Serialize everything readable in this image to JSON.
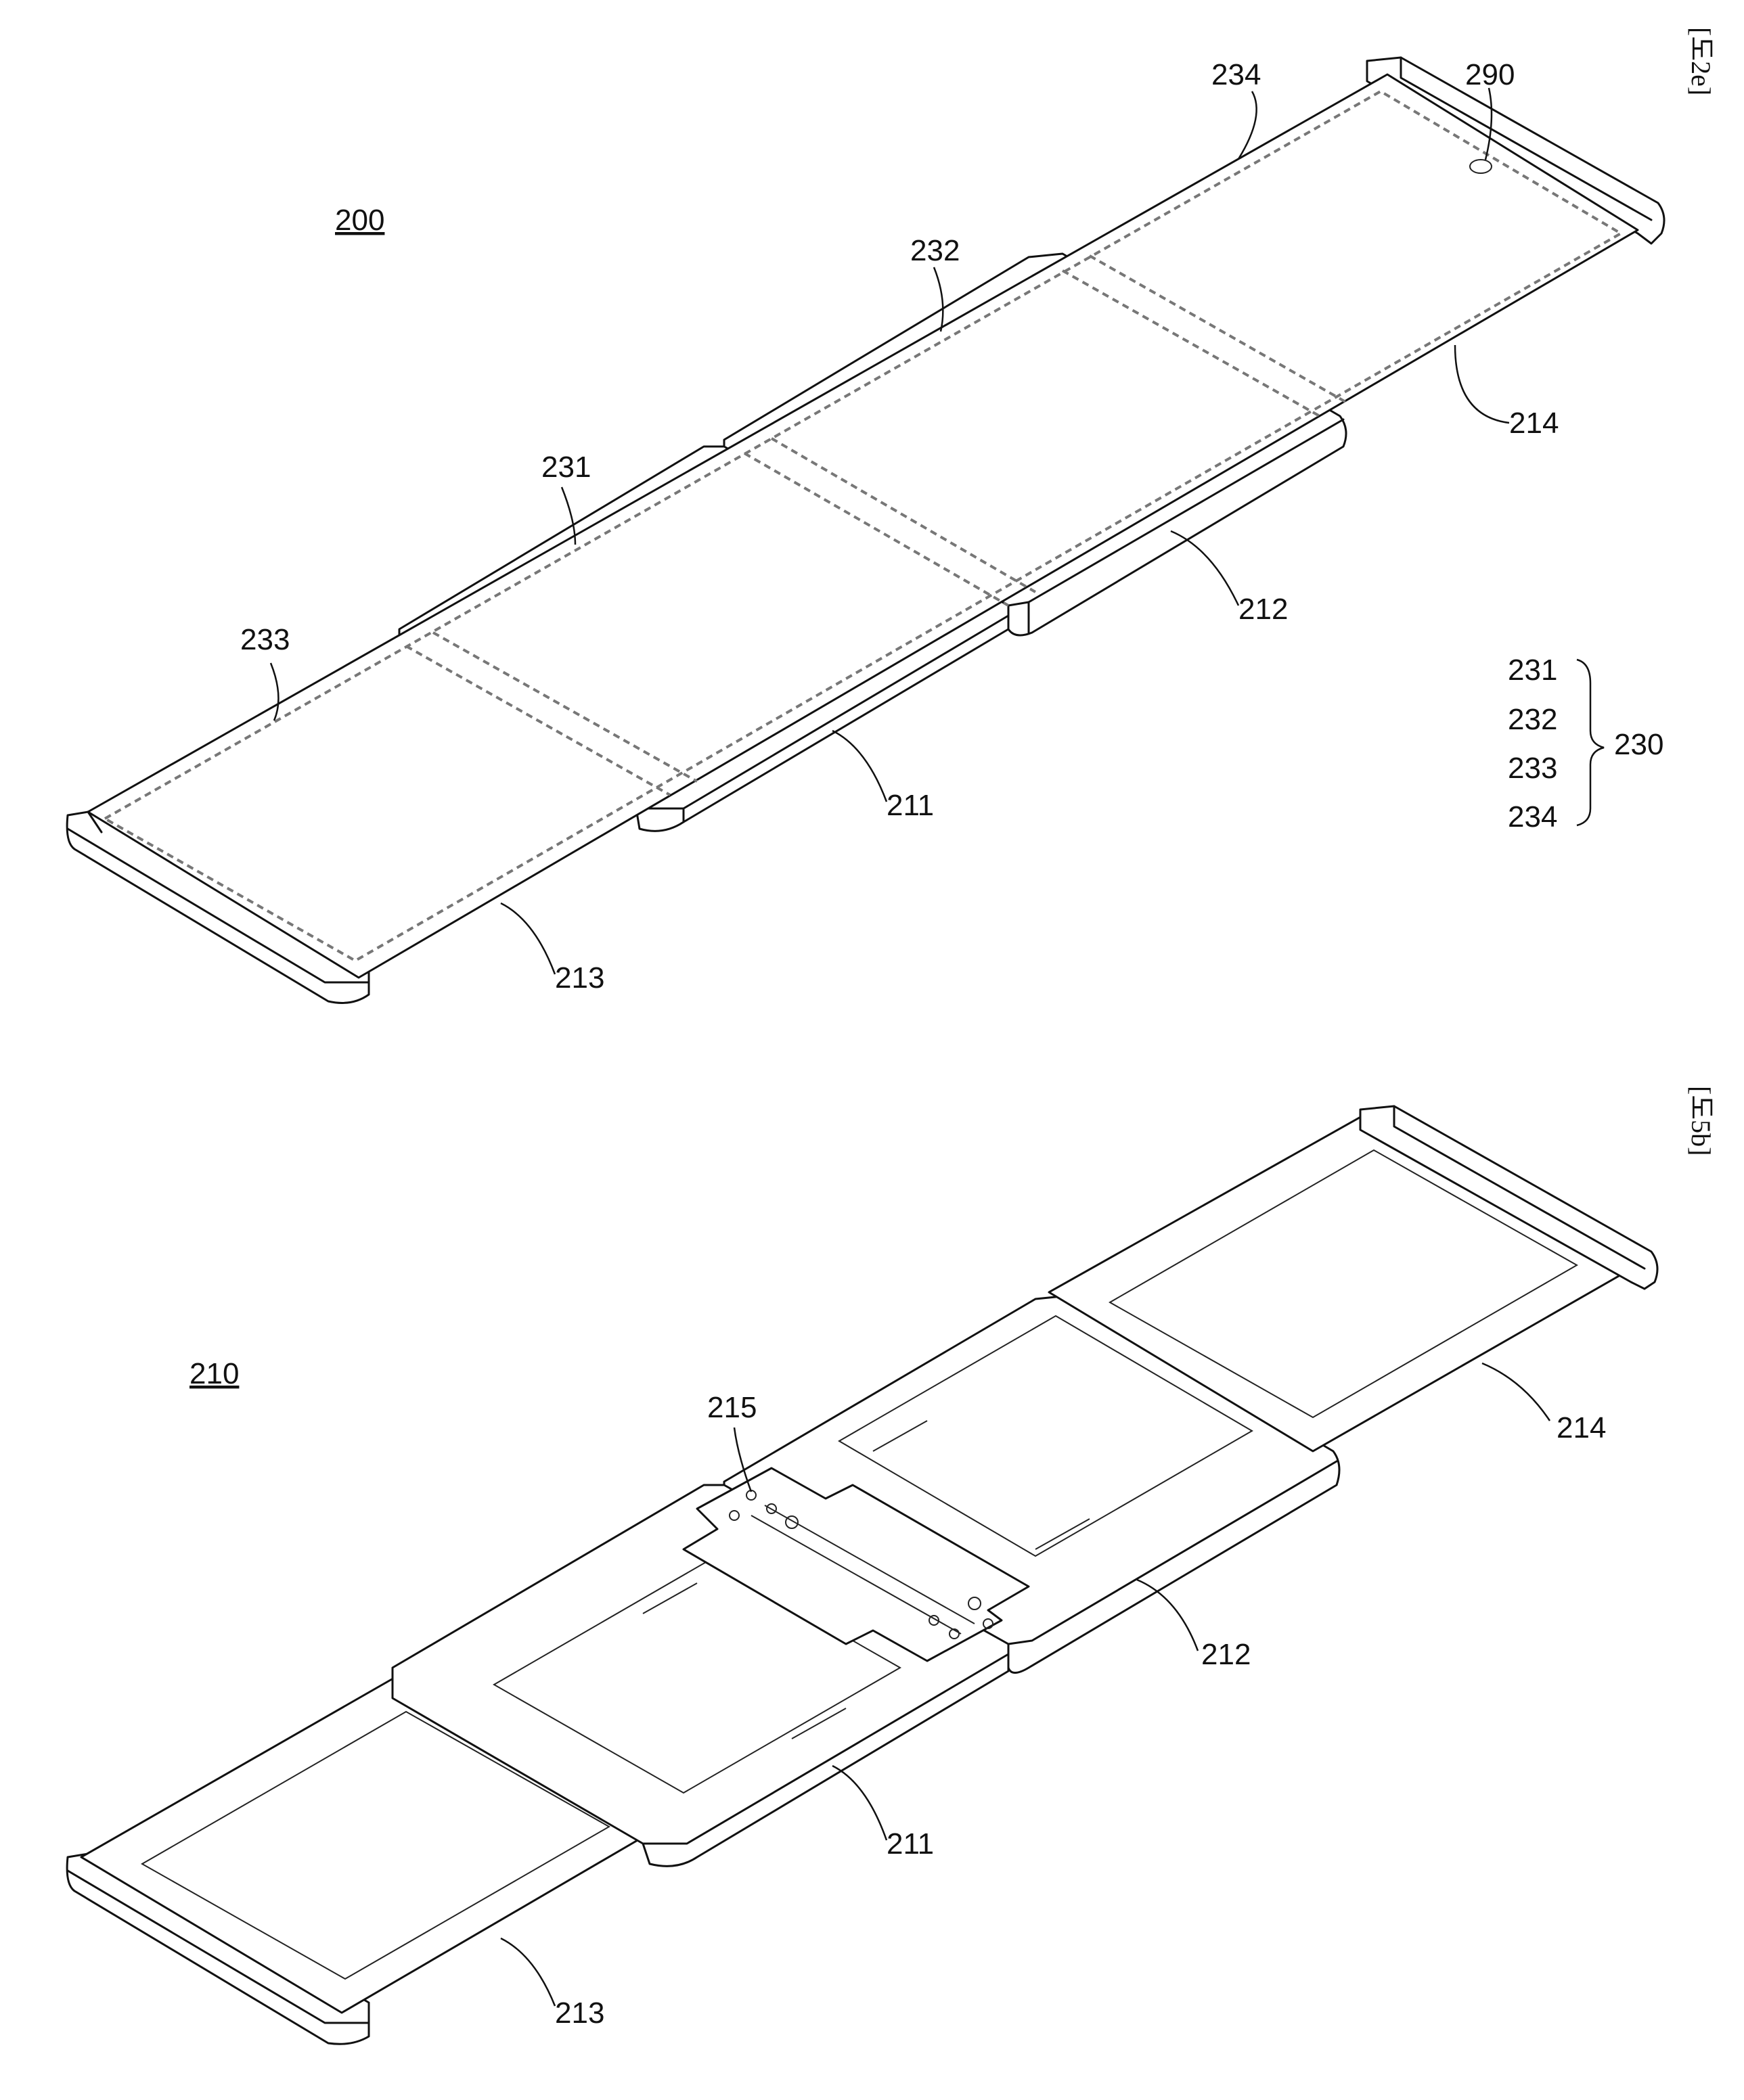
{
  "figure_a": {
    "tag": "[도2e]",
    "device_label": "200",
    "parts": {
      "frame_211": "211",
      "frame_212": "212",
      "plate_213": "213",
      "plate_214": "214",
      "area_231": "231",
      "area_232": "232",
      "area_233": "233",
      "area_234": "234",
      "sensor_290": "290"
    },
    "legend": {
      "items": [
        "231",
        "232",
        "233",
        "234"
      ],
      "group": "230"
    }
  },
  "figure_b": {
    "tag": "[도5b]",
    "device_label": "210",
    "parts": {
      "frame_211": "211",
      "frame_212": "212",
      "plate_213": "213",
      "plate_214": "214",
      "hinge_215": "215"
    }
  }
}
